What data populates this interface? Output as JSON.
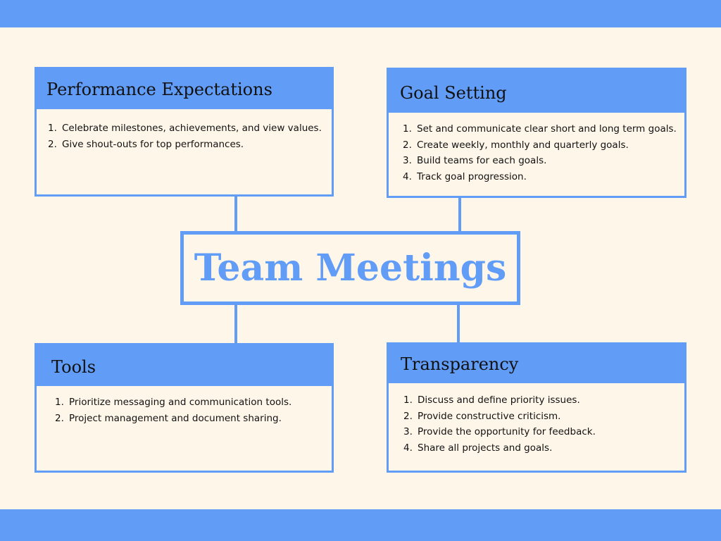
{
  "center_title": "Team Meetings",
  "boxes": [
    {
      "title": "Performance Expectations",
      "items": [
        "Celebrate milestones, achievements, and view values.",
        "Give shout-outs for top performances."
      ]
    },
    {
      "title": "Goal Setting",
      "items": [
        "Set and communicate clear short and long term goals.",
        "Create weekly, monthly and quarterly goals.",
        "Build teams for each goals.",
        "Track goal progression."
      ]
    },
    {
      "title": "Tools",
      "items": [
        "Prioritize messaging and communication tools.",
        "Project management and document sharing."
      ]
    },
    {
      "title": "Transparency",
      "items": [
        "Discuss and define priority issues.",
        "Provide constructive criticism.",
        "Provide the opportunity for feedback.",
        "Share all projects and goals."
      ]
    }
  ]
}
